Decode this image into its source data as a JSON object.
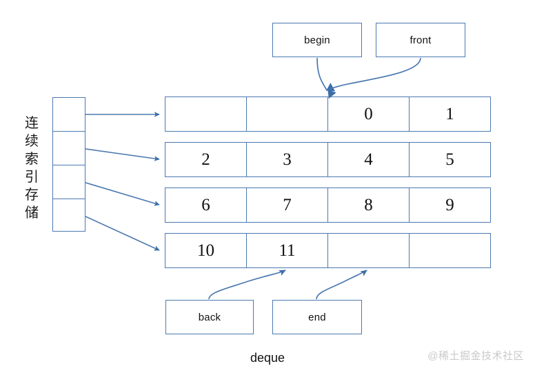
{
  "diagram": {
    "caption": "deque",
    "watermark": "@稀土掘金技术社区",
    "accent_color": "#4a78b0",
    "text_color": "#111111",
    "background_color": "#ffffff"
  },
  "index_column": {
    "vertical_label": "连续索引存储",
    "vertical_label_chars": [
      "连",
      "续",
      "索",
      "引",
      "存",
      "储"
    ],
    "cells": [
      {
        "label": ""
      },
      {
        "label": ""
      },
      {
        "label": ""
      },
      {
        "label": ""
      }
    ]
  },
  "buffer": {
    "rows": [
      {
        "cells": [
          "",
          "",
          "0",
          "1"
        ]
      },
      {
        "cells": [
          "2",
          "3",
          "4",
          "5"
        ]
      },
      {
        "cells": [
          "6",
          "7",
          "8",
          "9"
        ]
      },
      {
        "cells": [
          "10",
          "11",
          "",
          ""
        ]
      }
    ]
  },
  "pointers": {
    "top": [
      {
        "label": "begin"
      },
      {
        "label": "front"
      }
    ],
    "bottom": [
      {
        "label": "back"
      },
      {
        "label": "end"
      }
    ]
  }
}
